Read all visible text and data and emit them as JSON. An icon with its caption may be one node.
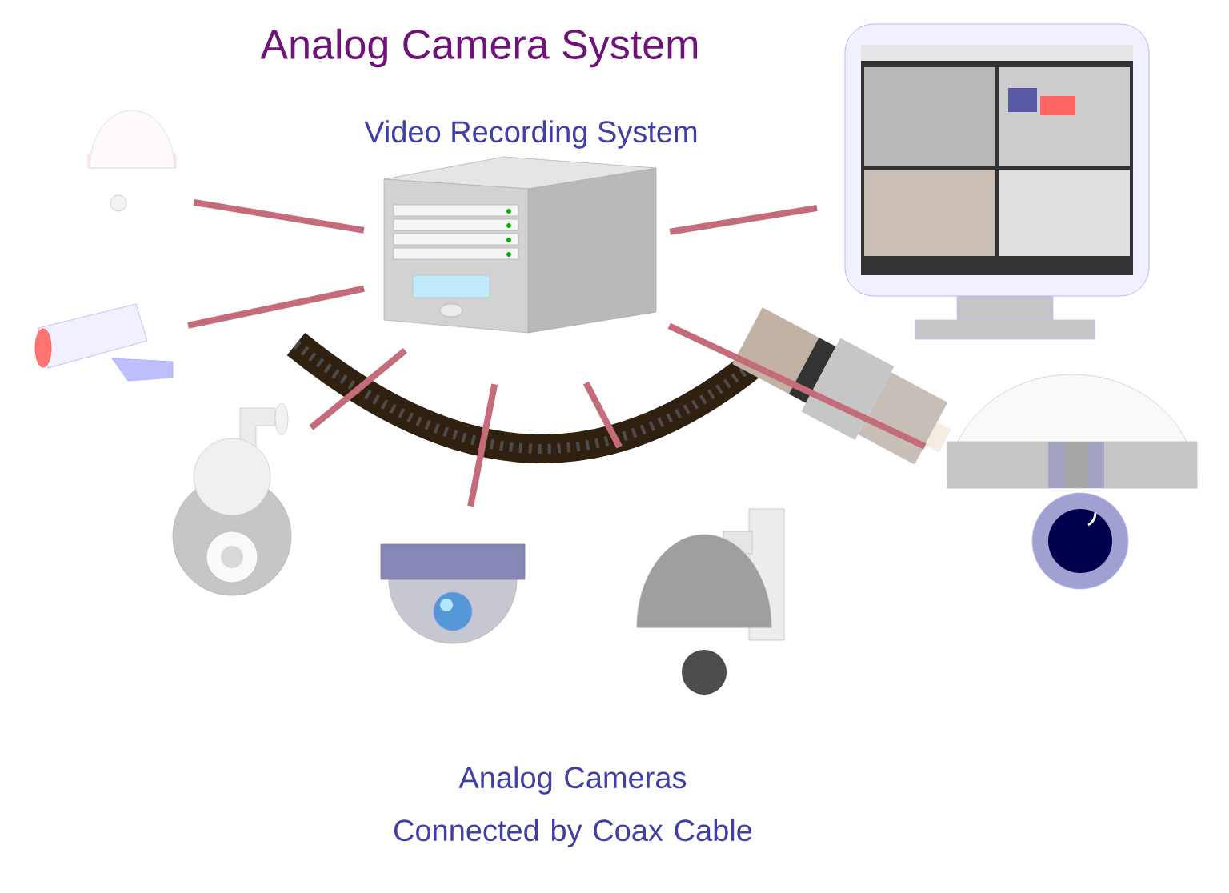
{
  "diagram": {
    "title": "Analog Camera System",
    "caption": "Analog Cameras Connected by Coax Cable",
    "nodes": [
      {
        "text": [
          "Video Recording System"
        ]
      },
      {
        "text": [],
        "shape": "picture"
      },
      {
        "text": [],
        "shape": "picture"
      },
      {
        "text": [],
        "shape": "picture"
      },
      {
        "text": [],
        "shape": "picture"
      },
      {
        "text": [],
        "shape": "picture"
      },
      {
        "text": [],
        "shape": "picture"
      },
      {
        "text": [],
        "shape": "picture"
      }
    ],
    "edges": [
      {
        "from": 0,
        "to": 1,
        "arrow": "none"
      },
      {
        "from": 0,
        "to": 2,
        "arrow": "none"
      },
      {
        "from": 0,
        "to": 3,
        "arrow": "none"
      },
      {
        "from": 0,
        "to": 4,
        "arrow": "none"
      },
      {
        "from": 0,
        "to": 5,
        "arrow": "none"
      },
      {
        "from": 0,
        "to": 6,
        "arrow": "none"
      },
      {
        "from": 0,
        "to": 7,
        "arrow": "none"
      }
    ]
  }
}
